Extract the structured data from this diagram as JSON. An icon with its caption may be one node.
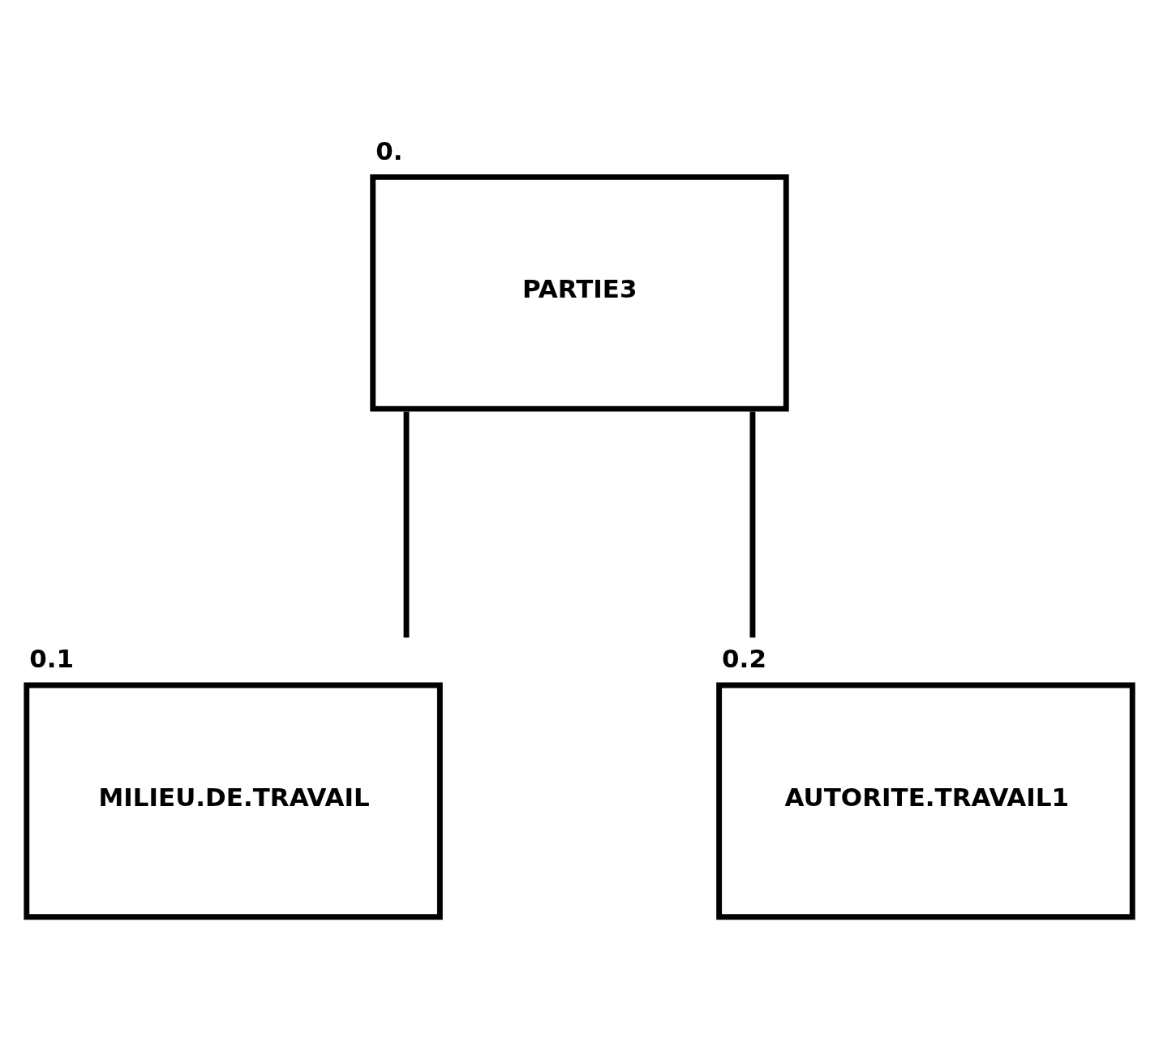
{
  "diagram": {
    "nodes": [
      {
        "text": [
          "0.",
          "PARTIE3"
        ]
      },
      {
        "text": [
          "0.1",
          "MILIEU.DE.TRAVAIL"
        ]
      },
      {
        "text": [
          "0.2",
          "AUTORITE.TRAVAIL1"
        ]
      }
    ],
    "edges": [
      {
        "from": 0,
        "to": 1,
        "arrow": "none"
      },
      {
        "from": 0,
        "to": 2,
        "arrow": "none"
      }
    ]
  }
}
